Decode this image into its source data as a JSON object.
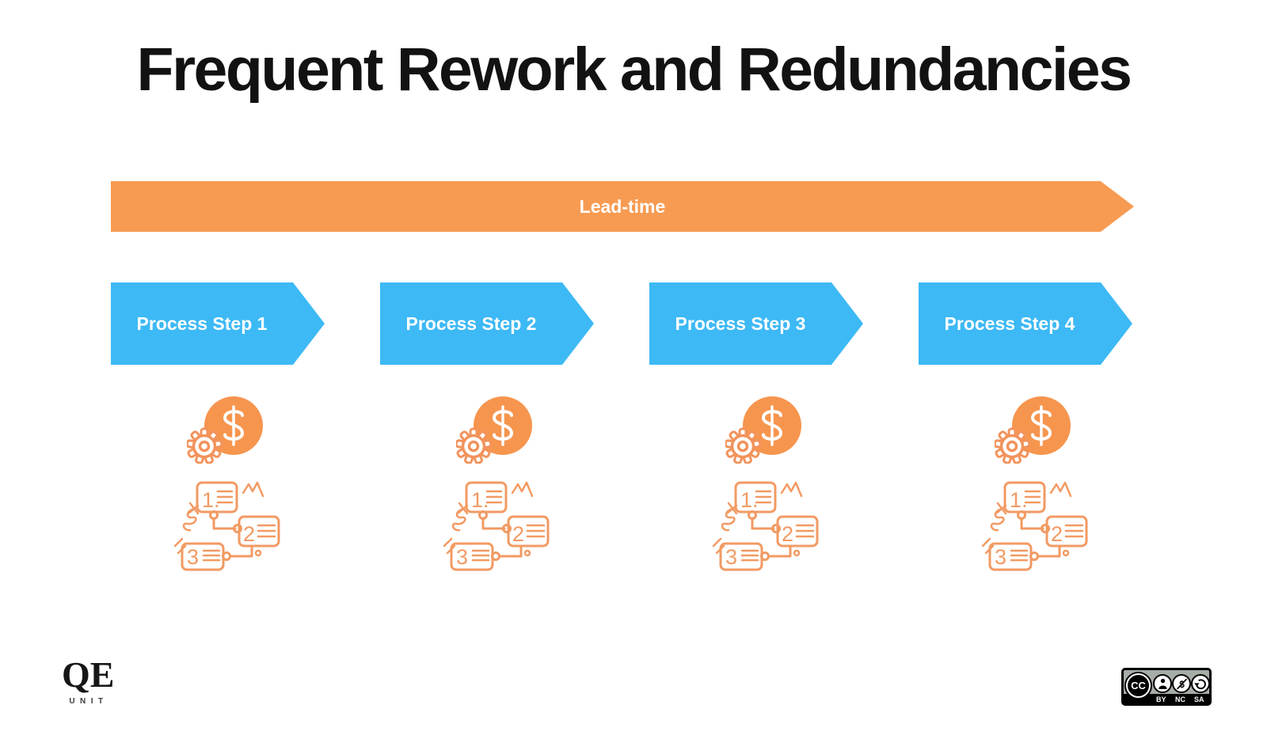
{
  "title": "Frequent Rework and Redundancies",
  "colors": {
    "lead_time_arrow": "#F79B52",
    "process_step_arrow": "#3DB9F5",
    "icon_orange": "#F2935C",
    "title_text": "#121212"
  },
  "lead_time": {
    "label": "Lead-time"
  },
  "process_steps": [
    {
      "label": "Process Step 1",
      "icons": [
        "money-gear-icon",
        "rework-steps-icon"
      ]
    },
    {
      "label": "Process Step 2",
      "icons": [
        "money-gear-icon",
        "rework-steps-icon"
      ]
    },
    {
      "label": "Process Step 3",
      "icons": [
        "money-gear-icon",
        "rework-steps-icon"
      ]
    },
    {
      "label": "Process Step 4",
      "icons": [
        "money-gear-icon",
        "rework-steps-icon"
      ]
    }
  ],
  "icons": {
    "rework_numbers": [
      "1.",
      "2",
      "3"
    ]
  },
  "footer": {
    "logo_main": "QE",
    "logo_sub": "UNIT",
    "license": {
      "cc": "CC",
      "by": "BY",
      "nc": "NC",
      "sa": "SA"
    }
  }
}
